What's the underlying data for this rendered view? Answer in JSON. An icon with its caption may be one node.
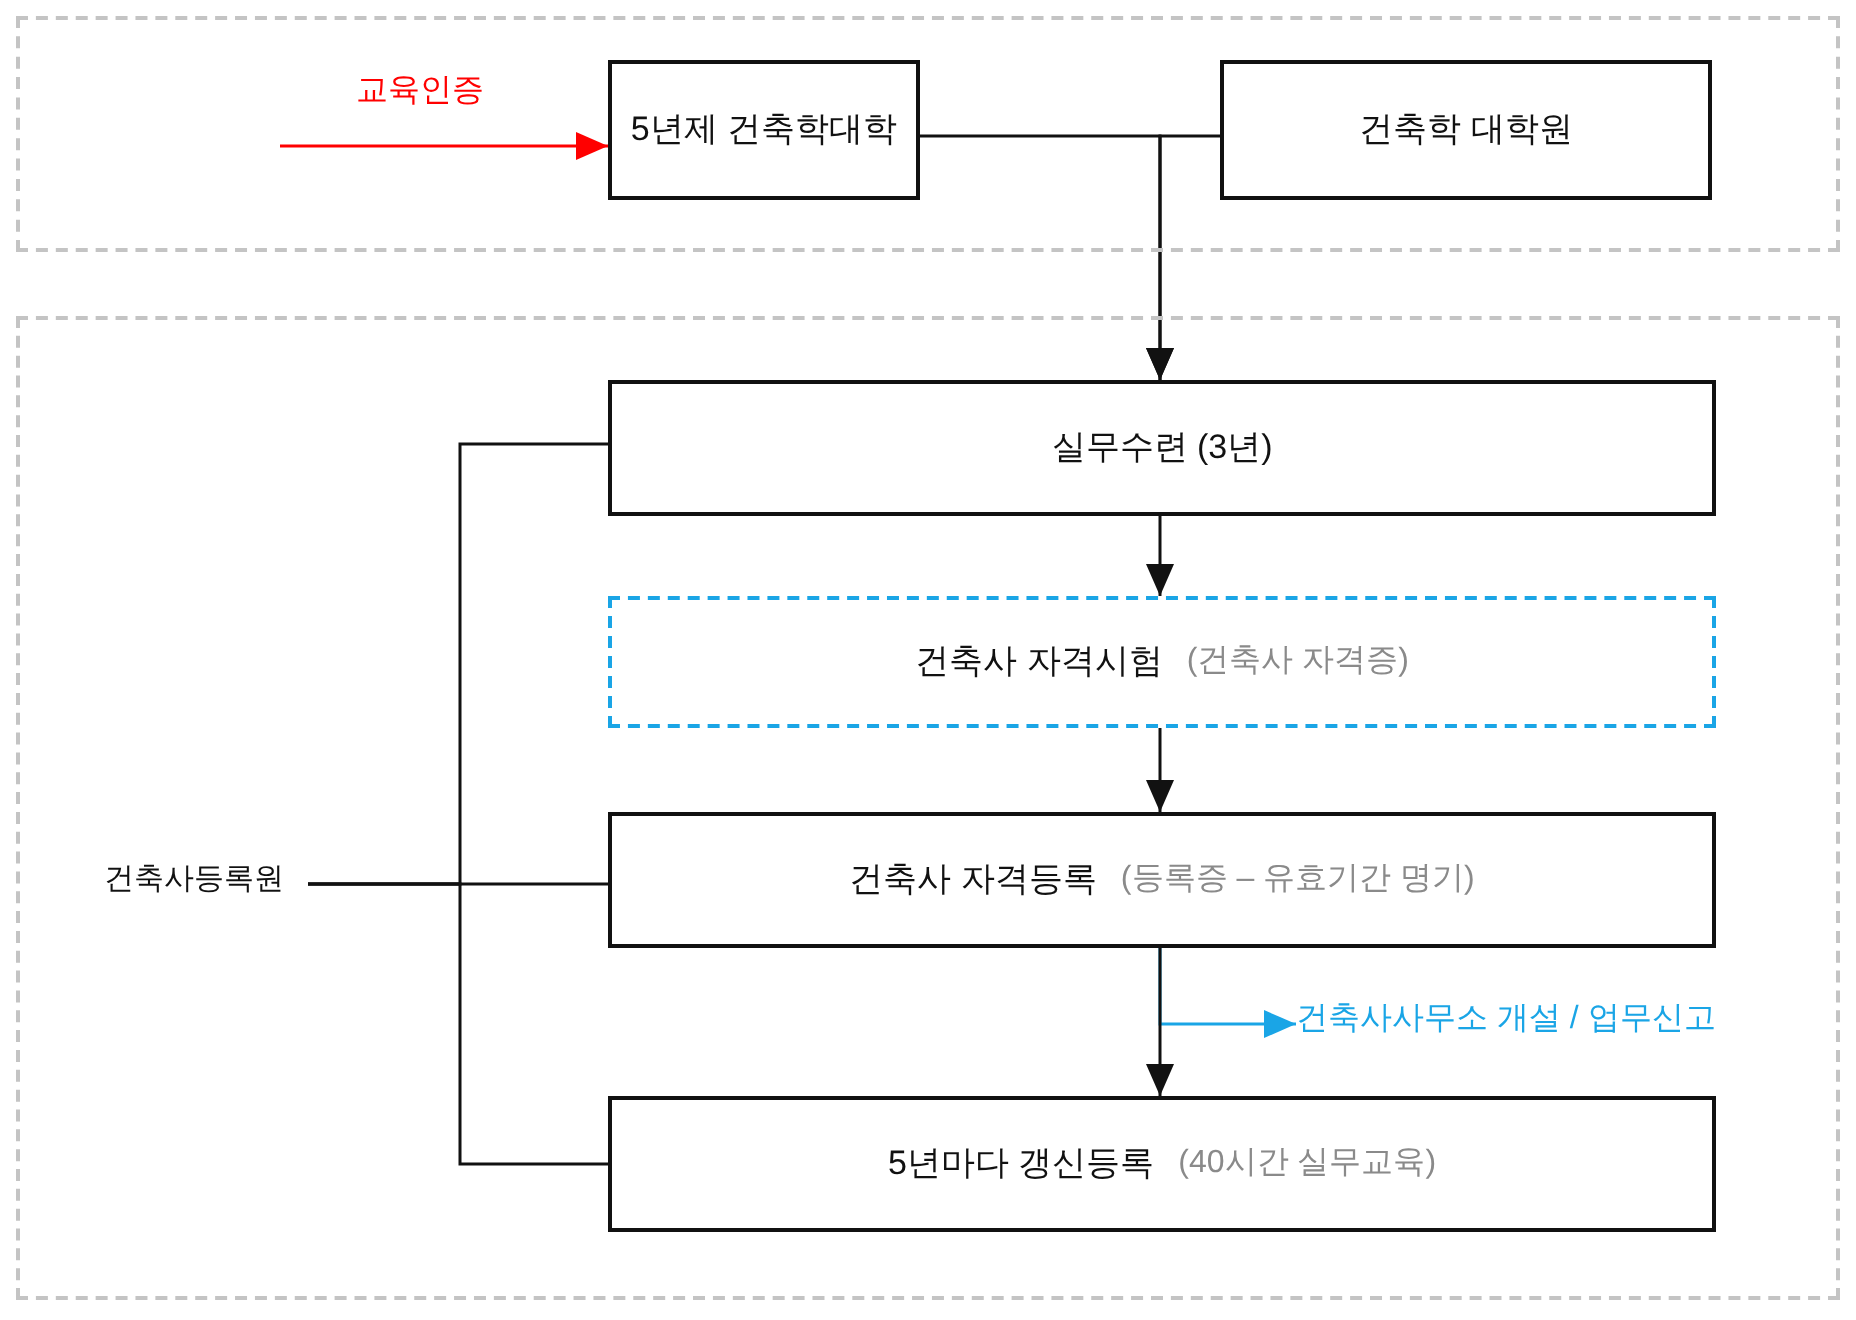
{
  "diagram": {
    "nodes": [
      {
        "text": [],
        "shape": "box"
      },
      {
        "text": [
          "5년제 건축학대학"
        ],
        "in": 0
      },
      {
        "text": [
          "건축학 대학원"
        ],
        "in": 0
      },
      {
        "text": [],
        "shape": "box"
      },
      {
        "text": [
          "실무수련 (3년)"
        ],
        "in": 3
      },
      {
        "text": [
          "건축사 자격시험",
          "(건축사 자격증)"
        ],
        "in": 3
      },
      {
        "text": [
          "건축사등록원"
        ],
        "in": 3
      },
      {
        "text": [
          "건축사 자격등록",
          "(등록증 – 유효기간 명기)"
        ],
        "in": 3
      },
      {
        "text": [
          "건축사사무소 개설 / 업무신고"
        ],
        "in": 3
      },
      {
        "text": [
          "5년마다 갱신등록",
          "(40시간 실무교육)"
        ],
        "in": 3
      }
    ],
    "edges": [
      {
        "from": null,
        "to": 1,
        "arrow": "to",
        "label": "교육인증",
        "color": "#ff0000"
      },
      {
        "from": 1,
        "to": 4,
        "arrow": "to"
      },
      {
        "from": 2,
        "to": 4,
        "arrow": "to"
      },
      {
        "from": 4,
        "to": 5,
        "arrow": "to"
      },
      {
        "from": 5,
        "to": 7,
        "arrow": "to"
      },
      {
        "from": 7,
        "to": 9,
        "arrow": "to"
      },
      {
        "from": 7,
        "to": 8,
        "arrow": "to",
        "color": "#1aa5e6"
      },
      {
        "from": 6,
        "to": 4,
        "arrow": "none"
      },
      {
        "from": 6,
        "to": 7,
        "arrow": "none"
      },
      {
        "from": 6,
        "to": 9,
        "arrow": "none"
      }
    ]
  }
}
